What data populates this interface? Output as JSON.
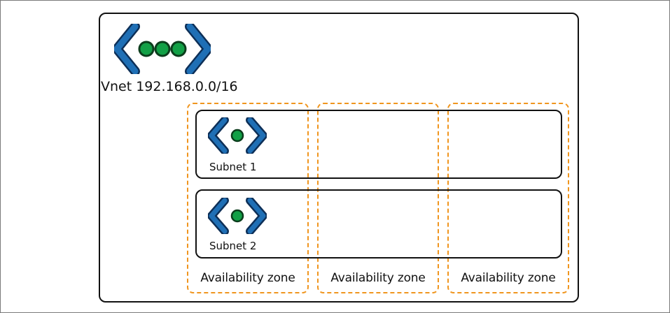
{
  "vnet": {
    "label": "Vnet 192.168.0.0/16",
    "icon": "vnet-icon"
  },
  "subnets": [
    {
      "label": "Subnet 1",
      "icon": "subnet-icon"
    },
    {
      "label": "Subnet 2",
      "icon": "subnet-icon"
    }
  ],
  "availability_zones": [
    {
      "label": "Availability zone"
    },
    {
      "label": "Availability zone"
    },
    {
      "label": "Availability zone"
    }
  ],
  "colors": {
    "chevron_blue": "#1f6fb5",
    "chevron_outline": "#0d2f57",
    "dot_green": "#12a046",
    "zone_orange": "#f0951e",
    "border_black": "#111111"
  }
}
